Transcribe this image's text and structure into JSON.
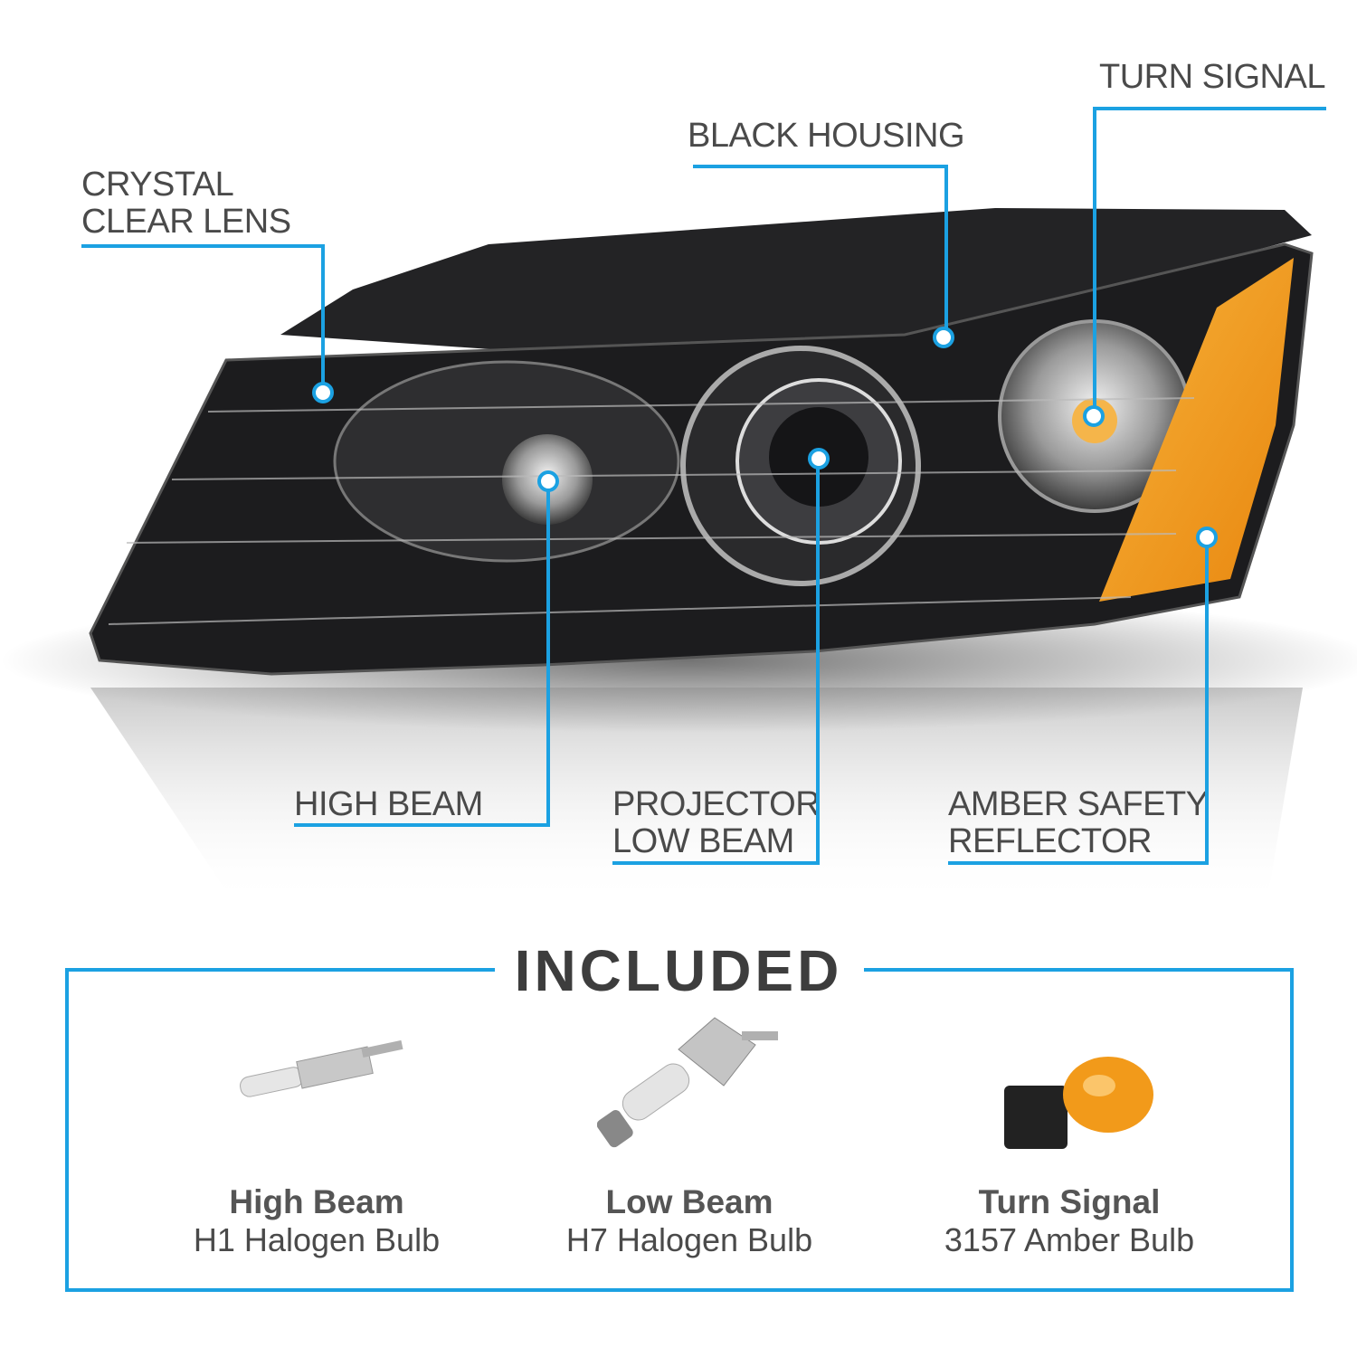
{
  "callouts": {
    "lens": [
      "CRYSTAL",
      "CLEAR LENS"
    ],
    "housing": "BLACK HOUSING",
    "turn_signal": "TURN SIGNAL",
    "high_beam": "HIGH BEAM",
    "projector": [
      "PROJECTOR",
      "LOW BEAM"
    ],
    "amber": [
      "AMBER SAFETY",
      "REFLECTOR"
    ]
  },
  "included": {
    "title": "INCLUDED",
    "items": [
      {
        "name": "High Beam",
        "bulb": "H1 Halogen Bulb"
      },
      {
        "name": "Low Beam",
        "bulb": "H7 Halogen Bulb"
      },
      {
        "name": "Turn Signal",
        "bulb": "3157 Amber Bulb"
      }
    ]
  },
  "colors": {
    "accent": "#1ba1e2",
    "amber": "#f29a1a",
    "housing": "#1c1c1e"
  }
}
